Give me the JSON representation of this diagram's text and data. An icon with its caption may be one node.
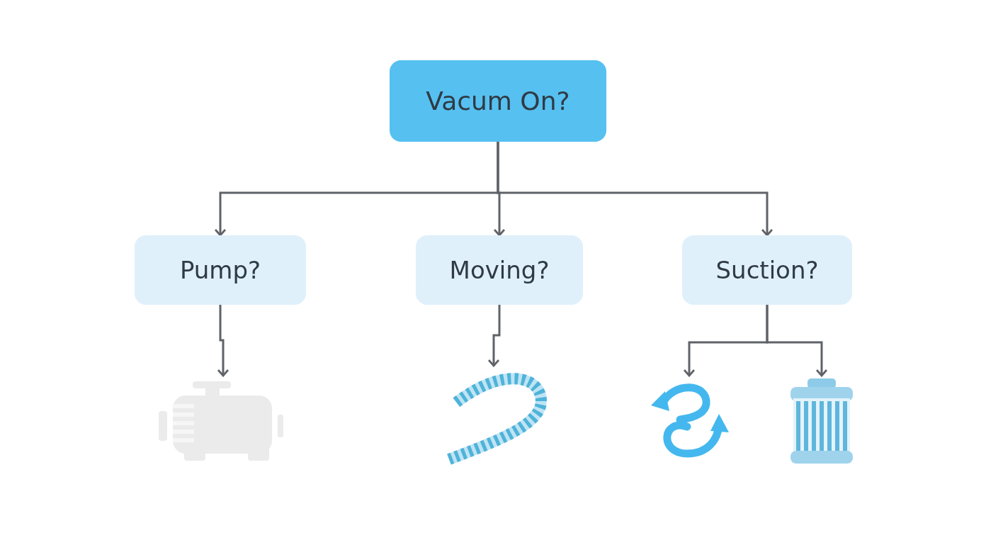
{
  "diagram": {
    "nodes": [
      {
        "text": [
          "Vacum On?"
        ]
      },
      {
        "text": [
          "Pump?"
        ]
      },
      {
        "text": [
          "Moving?"
        ]
      },
      {
        "text": [
          "Suction?"
        ]
      },
      {
        "text": [],
        "shape": "picture"
      },
      {
        "text": [],
        "shape": "picture"
      },
      {
        "text": [],
        "shape": "picture"
      },
      {
        "text": [],
        "shape": "picture"
      }
    ],
    "edges": [
      {
        "from": 0,
        "to": 1,
        "arrow": "to"
      },
      {
        "from": 0,
        "to": 2,
        "arrow": "to"
      },
      {
        "from": 0,
        "to": 3,
        "arrow": "to"
      },
      {
        "from": 1,
        "to": 4,
        "arrow": "to"
      },
      {
        "from": 2,
        "to": 5,
        "arrow": "to"
      },
      {
        "from": 3,
        "to": 6,
        "arrow": "to"
      },
      {
        "from": 3,
        "to": 7,
        "arrow": "to"
      }
    ]
  }
}
